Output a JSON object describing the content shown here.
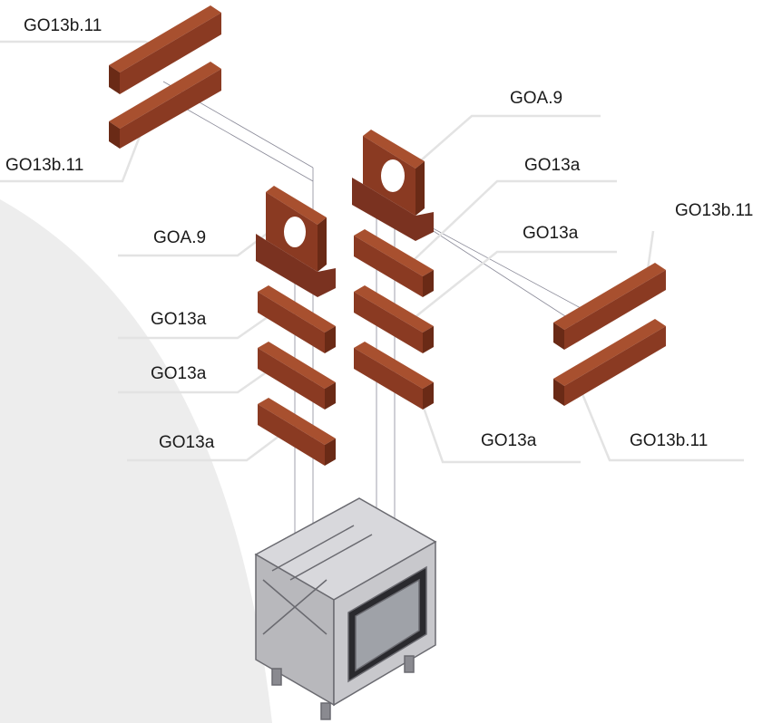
{
  "diagram": {
    "colors": {
      "brick_front": "#8a3a22",
      "brick_top": "#a8502f",
      "brick_side": "#6a2a16",
      "frame": "#b8b8bc",
      "frame_dark": "#6a6a70",
      "glass": "#9fa2a8",
      "leader": "#e3e3e3",
      "construction_line": "#8a8a98",
      "background_arc": "#ededed"
    },
    "labels": {
      "top_left_upper": "GO13b.11",
      "top_left_lower": "GO13b.11",
      "left_plate": "GOA.9",
      "left_brick_1": "GO13a",
      "left_brick_2": "GO13a",
      "left_brick_3": "GO13a",
      "center_plate": "GOA.9",
      "center_brick_1": "GO13a",
      "center_brick_2": "GO13a",
      "center_brick_3": "GO13a",
      "right_upper": "GO13b.11",
      "right_lower": "GO13b.11"
    }
  }
}
